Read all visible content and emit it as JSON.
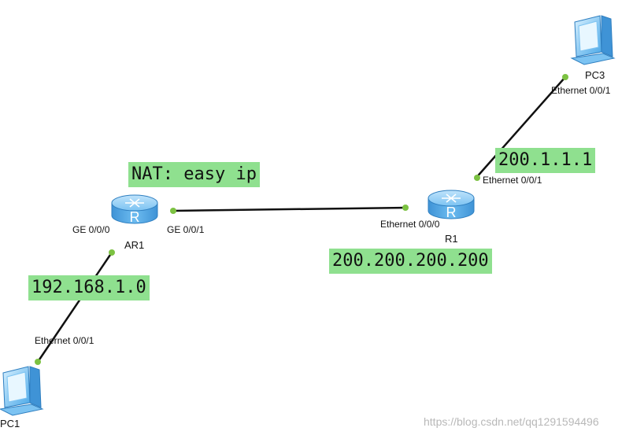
{
  "devices": {
    "ar1": "AR1",
    "r1": "R1",
    "pc1": "PC1",
    "pc3": "PC3"
  },
  "ports": {
    "ar1_ge000": "GE 0/0/0",
    "ar1_ge001": "GE 0/0/1",
    "r1_eth000": "Ethernet 0/0/0",
    "r1_eth001": "Ethernet 0/0/1",
    "pc1_eth001": "Ethernet 0/0/1",
    "pc3_eth001": "Ethernet 0/0/1"
  },
  "notes": {
    "nat": "NAT: easy ip",
    "lan": "192.168.1.0",
    "public_ip": "200.200.200.200",
    "server_ip": "200.1.1.1"
  },
  "watermark": "https://blog.csdn.net/qq1291594496",
  "colors": {
    "link": "#111111",
    "port_dot": "#7cc242",
    "note_bg": "#8fe08f",
    "router_body": "#5aaee8",
    "pc_screen": "#4aa8e8"
  },
  "icons": {
    "router": "router-icon",
    "pc": "pc-icon"
  }
}
